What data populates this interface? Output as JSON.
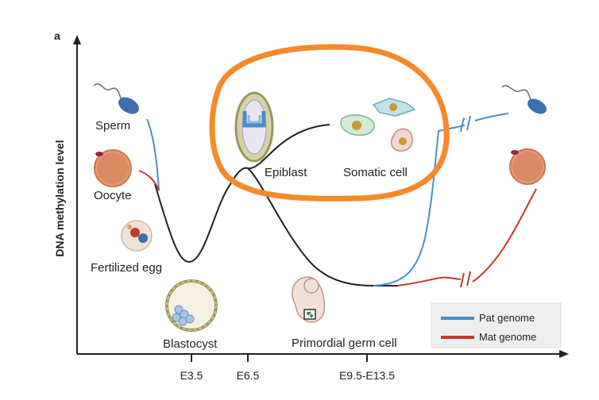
{
  "figure": {
    "panel_label": "a",
    "y_axis_label": "DNA methylation level",
    "x_ticks": [
      "E3.5",
      "E6.5",
      "E9.5-E13.5"
    ]
  },
  "stages": {
    "sperm": "Sperm",
    "oocyte": "Oocyte",
    "fertilized_egg": "Fertilized egg",
    "blastocyst": "Blastocyst",
    "epiblast": "Epiblast",
    "somatic_cell": "Somatic cell",
    "primordial_germ_cell": "Primordial germ cell"
  },
  "legend": {
    "items": [
      {
        "label": "Pat genome",
        "color": "#4a90c8"
      },
      {
        "label": "Mat genome",
        "color": "#c0392b"
      }
    ]
  },
  "highlight": {
    "color": "#f58a2c",
    "encloses": [
      "epiblast",
      "somatic_cell"
    ]
  },
  "colors": {
    "common_curve": "#222222",
    "axis": "#222222"
  }
}
